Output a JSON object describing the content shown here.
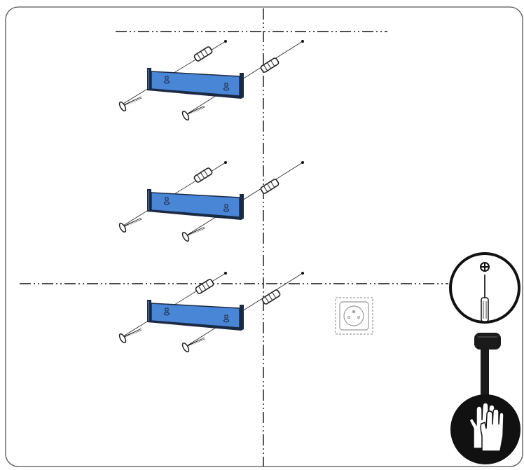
{
  "diagram": {
    "panel_count": 1,
    "bracket_count": 3,
    "screws_per_bracket": 2,
    "plugs_per_bracket": 2
  },
  "tools": {
    "icons": [
      "phillips-screwdriver-icon",
      "protective-gloves-icon"
    ]
  },
  "colors": {
    "bracket_fill": "#4a86d6",
    "bracket_edge": "#1b2a44",
    "outline": "#222222",
    "frame": "#555555",
    "dim_socket": "#9a9a9a",
    "handle_dark": "#1a1a1a"
  }
}
